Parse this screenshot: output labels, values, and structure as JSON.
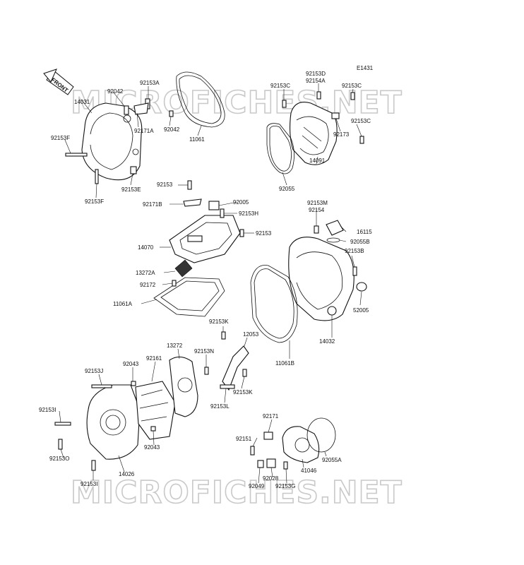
{
  "diagram": {
    "code": "E1431",
    "front_label": "FRONT",
    "watermark_top": "MICROFICHES.NET",
    "watermark_bottom": "MICROFICHES.NET"
  },
  "labels": {
    "l92153A": "92153A",
    "l92042a": "92042",
    "l14031": "14031",
    "l92153F1": "92153F",
    "l92171A": "92171A",
    "l92042b": "92042",
    "l11061": "11061",
    "l92153E": "92153E",
    "l92153F2": "92153F",
    "l92153D": "92153D",
    "l92154A": "92154A",
    "l92153C1": "92153C",
    "l92153C2": "92153C",
    "l92153C3": "92153C",
    "l92173": "92173",
    "l14091": "14091",
    "l92055": "92055",
    "l92153": "92153",
    "l92005": "92005",
    "l92171B": "92171B",
    "l92153H": "92153H",
    "l92153b": "92153",
    "l14070": "14070",
    "l13272A": "13272A",
    "l92172": "92172",
    "l11061A": "11061A",
    "l92153M": "92153M",
    "l92154": "92154",
    "l16115": "16115",
    "l92055B": "92055B",
    "l92153B": "92153B",
    "l52005": "52005",
    "l14032": "14032",
    "l11061B": "11061B",
    "l92153K1": "92153K",
    "l12053": "12053",
    "l13272": "13272",
    "l92153N": "92153N",
    "l92153K2": "92153K",
    "l92153L": "92153L",
    "l92153J": "92153J",
    "l92043a": "92043",
    "l92161": "92161",
    "l92153I1": "92153I",
    "l92153O": "92153O",
    "l92043b": "92043",
    "l14026": "14026",
    "l92153I2": "92153I",
    "l92171": "92171",
    "l92151": "92151",
    "l92028": "92028",
    "l92049": "92049",
    "l92153G": "92153G",
    "l41046": "41046",
    "l92055A": "92055A"
  }
}
